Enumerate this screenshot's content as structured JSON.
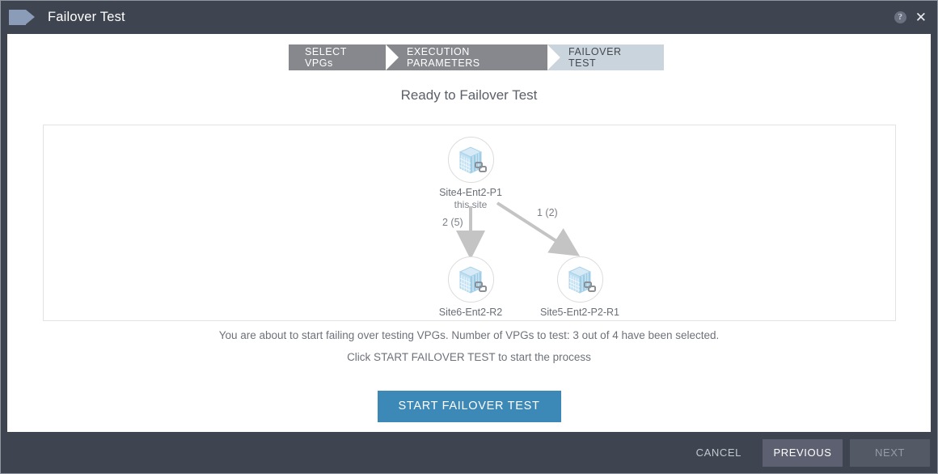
{
  "window": {
    "title": "Failover Test",
    "help_icon": "help-circle-icon",
    "close_icon": "close-icon",
    "flag_icon": "arrow-flag-icon"
  },
  "steps": [
    {
      "label": "SELECT VPGs",
      "state": "done"
    },
    {
      "label": "EXECUTION PARAMETERS",
      "state": "done"
    },
    {
      "label": "FAILOVER TEST",
      "state": "active"
    }
  ],
  "heading": "Ready to Failover Test",
  "diagram": {
    "nodes": [
      {
        "id": "root",
        "label": "Site4-Ent2-P1",
        "sublabel": "this site",
        "icon": "datacenter-replication-icon"
      },
      {
        "id": "left",
        "label": "Site6-Ent2-R2",
        "sublabel": "",
        "icon": "datacenter-replication-icon"
      },
      {
        "id": "right",
        "label": "Site5-Ent2-P2-R1",
        "sublabel": "",
        "icon": "datacenter-replication-icon"
      }
    ],
    "edges": [
      {
        "from": "root",
        "to": "left",
        "label": "2 (5)"
      },
      {
        "from": "root",
        "to": "right",
        "label": "1 (2)"
      }
    ]
  },
  "notes": {
    "line1": "You are about to start failing over testing VPGs. Number of VPGs to test: 3 out of 4 have been selected.",
    "line2": "Click START FAILOVER TEST to start the process"
  },
  "primary_button": "START FAILOVER TEST",
  "footer": {
    "cancel": "CANCEL",
    "previous": "PREVIOUS",
    "next": "NEXT"
  },
  "colors": {
    "chrome": "#3e4550",
    "accent": "#3c89b8",
    "step_done": "#87888d",
    "step_active": "#c9d4dd",
    "icon_blue": "#a9d3ea"
  }
}
